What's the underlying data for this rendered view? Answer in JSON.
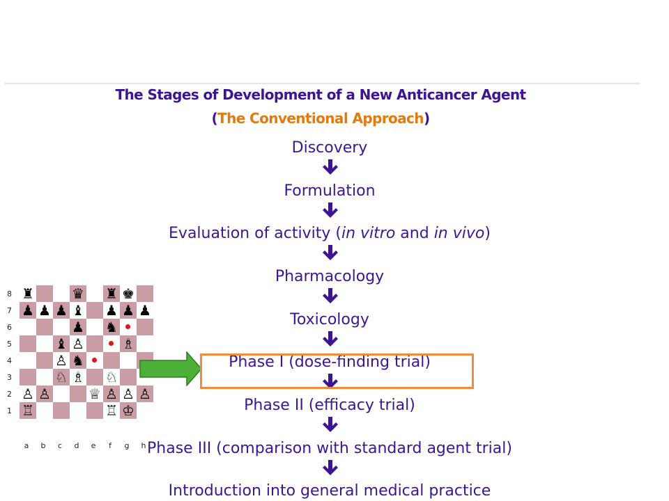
{
  "title": {
    "line1": "The Stages of Development of a New Anticancer Agent",
    "line2_open": "(",
    "line2_highlight": "The Conventional Approach",
    "line2_close": ")"
  },
  "steps": {
    "discovery": "Discovery",
    "formulation": "Formulation",
    "evaluation": {
      "prefix": "Evaluation of activity (",
      "in_vitro": "in vitro",
      "and": " and ",
      "in_vivo": "in vivo",
      "suffix": ")"
    },
    "pharmacology": "Pharmacology",
    "toxicology": "Toxicology",
    "phase1": "Phase I (dose-finding trial)",
    "phase2": "Phase II (efficacy trial)",
    "phase3": "Phase III (comparison with standard agent trial)",
    "introduction": "Introduction into general medical practice"
  },
  "chessboard": {
    "ranks": [
      "8",
      "7",
      "6",
      "5",
      "4",
      "3",
      "2",
      "1"
    ],
    "files": [
      "a",
      "b",
      "c",
      "d",
      "e",
      "f",
      "g",
      "h"
    ]
  },
  "colors": {
    "text": "#3d1594",
    "accent": "#e07a12",
    "highlight_border": "#f28b3a",
    "arrow": "#4caf37"
  },
  "icons": {
    "flow_arrow": "down-arrow-icon",
    "pointer": "green-right-arrow-icon"
  }
}
